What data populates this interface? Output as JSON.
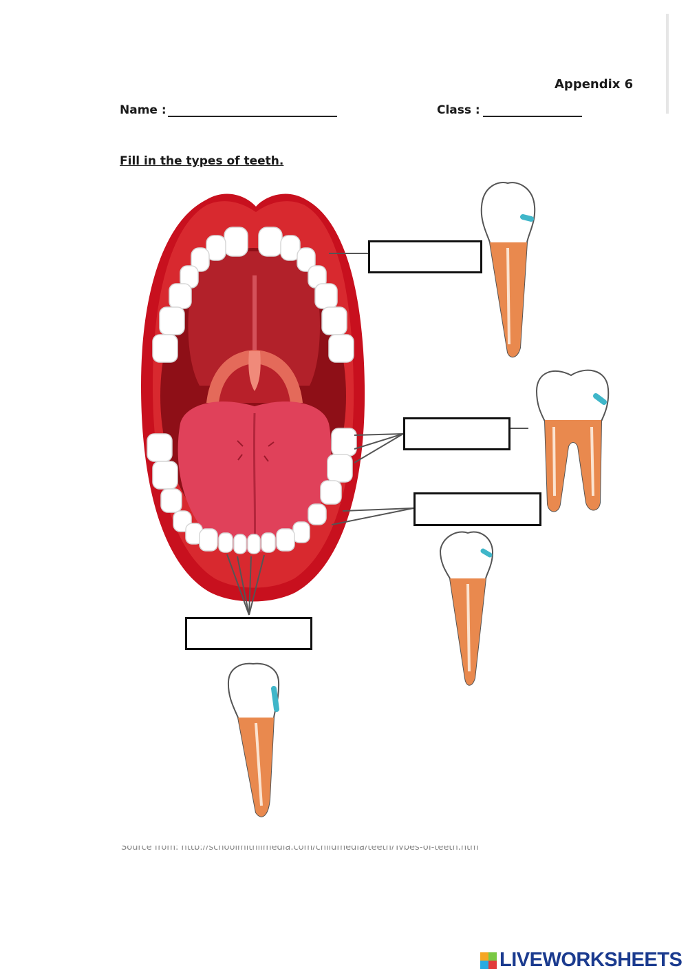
{
  "header": {
    "appendix": "Appendix 6",
    "name_label": "Name :",
    "class_label": "Class :"
  },
  "instruction": "Fill in the types of teeth.",
  "answer_fields": [
    "",
    "",
    "",
    ""
  ],
  "footer": {
    "source_line": "Source from: http://schoolmithilmedia.com/childmedia/teeth/Types-of-teeth.htm",
    "brand": "LIVEWORKSHEETS"
  },
  "colors": {
    "lip": "#c8101e",
    "mouth_inner": "#a3111b",
    "tongue": "#e0415a",
    "tooth_root": "#e9894e",
    "tooth_enamel_tint": "#3fb6c9",
    "brand_text": "#1b3b8f"
  }
}
